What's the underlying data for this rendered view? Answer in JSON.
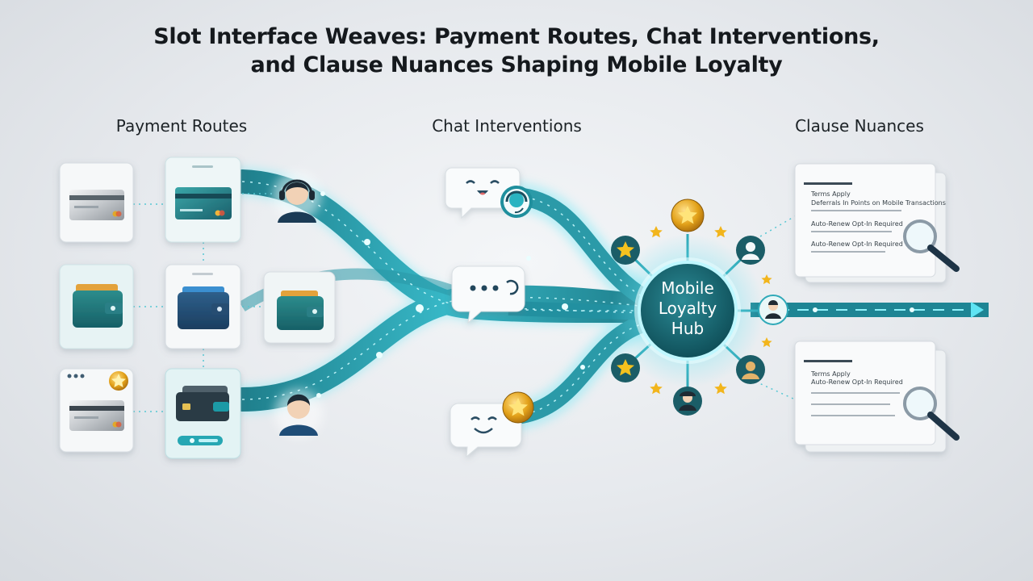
{
  "title": {
    "line1": "Slot Interface Weaves: Payment Routes, Chat Interventions,",
    "line2": "and Clause Nuances Shaping Mobile Loyalty"
  },
  "sections": {
    "payment": "Payment Routes",
    "chat": "Chat Interventions",
    "clause": "Clause Nuances"
  },
  "hub": {
    "line1": "Mobile",
    "line2": "Loyalty",
    "line3": "Hub"
  },
  "documents": {
    "doc1": {
      "line1": "Terms Apply",
      "line2": "Deferrals In Points on Mobile Transactions",
      "line3": "Auto-Renew Opt-In Required",
      "line4": "Auto-Renew Opt-In Required"
    },
    "doc2": {
      "line1": "Terms Apply",
      "line2": "Auto-Renew Opt-In Required"
    }
  },
  "colors": {
    "teal_dark": "#1d6f7a",
    "teal": "#2aa3b3",
    "glow": "#7fe9f5",
    "star": "#f2b51c",
    "hub": "#14606b"
  },
  "icons": [
    "credit-card-icon",
    "wallet-icon",
    "support-agent-icon",
    "user-avatar-icon",
    "chat-bubble-icon",
    "smiley-icon",
    "typing-dots-icon",
    "headset-icon",
    "star-badge-icon",
    "magnifier-icon",
    "document-icon"
  ]
}
